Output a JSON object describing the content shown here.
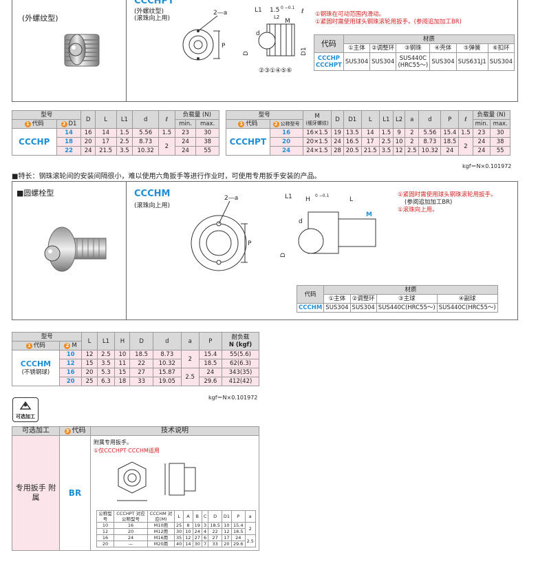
{
  "top": {
    "section_label": "(外螺纹型)",
    "title": "CCCHPT",
    "sub1": "(外螺纹型)",
    "sub2": "(滚珠向上用)",
    "dim_2a": "2—a",
    "dim_P": "P",
    "dim_L1": "L1",
    "dim_15": "1.5",
    "dim_tol": "0 −0.1",
    "dim_l": "ℓ",
    "dim_M": "M",
    "dim_L2": "L2",
    "dim_d": "d",
    "dim_D": "D",
    "dim_D1": "D1",
    "parts": "②③①④⑤⑥",
    "notes": [
      "①钢珠在可动范围内滑动。",
      "①紧固时需使用球头钢珠滚轮用扳手。(参阅追加加工BR)"
    ],
    "mat": {
      "code_label": "代码",
      "material_label": "材质",
      "cols": [
        "①主体",
        "②调整环",
        "③钢珠",
        "④壳体",
        "⑤弹簧",
        "⑥扣环"
      ],
      "codes": [
        "CCCHP",
        "CCCHPT"
      ],
      "row": [
        "SUS304",
        "SUS304",
        "SUS440C (HRC55〜)",
        "SUS304",
        "SUS631J1",
        "SUS304"
      ]
    }
  },
  "chp": {
    "h_model": "型号",
    "h_code": "代码",
    "h_D1": "D1",
    "cols": [
      "D",
      "L",
      "L1",
      "d",
      "ℓ"
    ],
    "h_load": "负载量 (N)",
    "h_min": "min.",
    "h_max": "max.",
    "code": "CCCHP",
    "rows": [
      [
        "14",
        "16",
        "14",
        "1.5",
        "5.56",
        "1.5",
        "23",
        "30"
      ],
      [
        "18",
        "20",
        "17",
        "2.5",
        "8.73",
        "",
        "24",
        "38"
      ],
      [
        "22",
        "24",
        "21.5",
        "3.5",
        "10.32",
        "",
        "24",
        "55"
      ]
    ],
    "l_merge": "2"
  },
  "chpt": {
    "h_model": "型号",
    "h_code": "代码",
    "h_nom": "公称型号",
    "h_M": "M",
    "h_M_sub": "(细牙螺纹)",
    "cols": [
      "D",
      "D1",
      "L",
      "L1",
      "L2",
      "a",
      "d",
      "P",
      "ℓ"
    ],
    "h_load": "负载量 (N)",
    "h_min": "min.",
    "h_max": "max.",
    "code": "CCCHPT",
    "rows": [
      [
        "16",
        "16×1.5",
        "19",
        "13.5",
        "14",
        "1.5",
        "9",
        "2",
        "5.56",
        "15.4",
        "1.5",
        "23",
        "30"
      ],
      [
        "20",
        "20×1.5",
        "24",
        "16.5",
        "17",
        "2.5",
        "10",
        "2",
        "8.73",
        "18.5",
        "",
        "24",
        "38"
      ],
      [
        "24",
        "24×1.5",
        "28",
        "20.5",
        "21.5",
        "3.5",
        "12",
        "2.5",
        "10.32",
        "24",
        "",
        "24",
        "55"
      ]
    ],
    "l_merge": "2",
    "kgf": "kgf＝N×0.101972"
  },
  "feature": "■特长：钢珠滚轮间的安装间隔很小，难以使用六角扳手等进行作业时，可使用专用扳手安装的产品。",
  "mid": {
    "section_label": "■圆螺栓型",
    "title": "CCCHM",
    "sub": "(滚珠向上用)",
    "dim_2a": "2—a",
    "dim_P": "P",
    "dim_L1": "L1",
    "dim_H": "H",
    "dim_tol": "0 −0.1",
    "dim_L": "L",
    "dim_M": "M",
    "dim_d": "d",
    "dim_D": "D",
    "notes": [
      "①紧固时需使用球头钢珠滚轮用扳手。",
      "(参阅追加加工BR)",
      "①滚珠向上用。"
    ],
    "mat": {
      "code_label": "代码",
      "material_label": "材质",
      "cols": [
        "①主体",
        "②调整环",
        "③主球",
        "④副球"
      ],
      "code": "CCCHM",
      "row": [
        "SUS304",
        "SUS304",
        "SUS440C(HRC55〜)",
        "SUS440C(HRC55〜)"
      ]
    }
  },
  "chm": {
    "h_model": "型号",
    "h_code": "代码",
    "h_M": "M",
    "cols": [
      "L",
      "L1",
      "H",
      "D",
      "d",
      "a",
      "P"
    ],
    "h_load": "耐负载",
    "h_load2": "N (kgf)",
    "code": "CCCHM",
    "code_sub": "(不锈钢球)",
    "rows": [
      [
        "10",
        "12",
        "2.5",
        "10",
        "18.5",
        "8.73",
        "",
        "15.4",
        "55(5.6)"
      ],
      [
        "12",
        "15",
        "3.5",
        "11",
        "22",
        "10.32",
        "",
        "18.5",
        "62(6.3)"
      ],
      [
        "16",
        "20",
        "5.3",
        "15",
        "27",
        "15.87",
        "",
        "24",
        "343(35)"
      ],
      [
        "20",
        "25",
        "6.3",
        "18",
        "33",
        "19.05",
        "",
        "29.6",
        "412(42)"
      ]
    ],
    "a_merge1": "2",
    "a_merge2": "2.5",
    "kgf": "kgf＝N×0.101972"
  },
  "opt": {
    "icon_label": "可选加工",
    "h_opt": "可选加工",
    "h_code": "代码",
    "h_desc": "技术说明",
    "name": "专用扳手 附属",
    "code": "BR",
    "desc1": "附属专用扳手。",
    "desc2": "①仅CCCHPT·CCCHM适用",
    "tbl_h": [
      "公称型号",
      "CCCHPT 对应公称型号",
      "CCCHM 对应(M)",
      "L",
      "A",
      "B",
      "C",
      "D",
      "D1",
      "P",
      "a"
    ],
    "tbl_rows": [
      [
        "10",
        "16",
        "M10用",
        "25",
        "8",
        "19",
        "3",
        "18.5",
        "10",
        "15.4",
        ""
      ],
      [
        "12",
        "20",
        "M12用",
        "30",
        "10",
        "24",
        "4",
        "22",
        "12",
        "18.5",
        ""
      ],
      [
        "16",
        "24",
        "M16用",
        "35",
        "12",
        "27",
        "6",
        "27",
        "17",
        "24",
        ""
      ],
      [
        "20",
        "—",
        "M20用",
        "40",
        "14",
        "30",
        "7",
        "33",
        "20",
        "29.6",
        ""
      ]
    ],
    "a1": "2",
    "a2": "2.5"
  }
}
